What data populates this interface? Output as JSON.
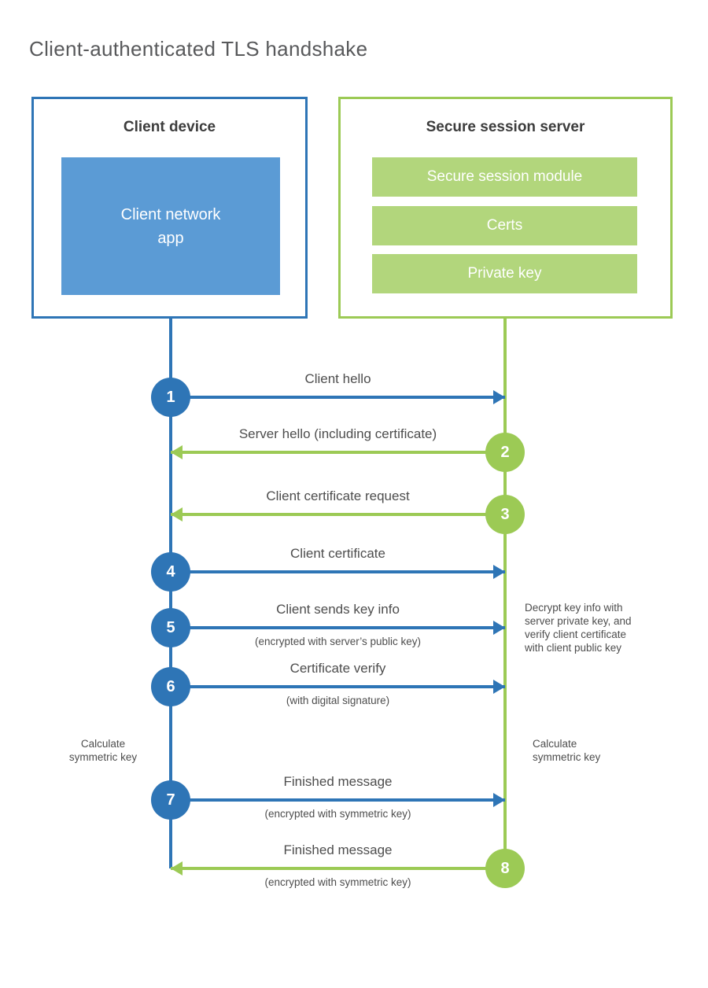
{
  "title": "Client-authenticated TLS handshake",
  "client_box": {
    "heading": "Client device",
    "app_label": "Client network\napp"
  },
  "server_box": {
    "heading": "Secure session server",
    "modules": [
      "Secure session module",
      "Certs",
      "Private key"
    ]
  },
  "messages": [
    {
      "num": "1",
      "from": "client",
      "to": "server",
      "label": "Client hello"
    },
    {
      "num": "2",
      "from": "server",
      "to": "client",
      "label": "Server hello (including certificate)"
    },
    {
      "num": "3",
      "from": "server",
      "to": "client",
      "label": "Client certificate request"
    },
    {
      "num": "4",
      "from": "client",
      "to": "server",
      "label": "Client certificate"
    },
    {
      "num": "5",
      "from": "client",
      "to": "server",
      "label": "Client sends key info",
      "sublabel": "(encrypted with server’s public key)"
    },
    {
      "num": "6",
      "from": "client",
      "to": "server",
      "label": "Certificate verify",
      "sublabel": "(with digital signature)"
    },
    {
      "num": "7",
      "from": "client",
      "to": "server",
      "label": "Finished message",
      "sublabel": "(encrypted with symmetric key)"
    },
    {
      "num": "8",
      "from": "server",
      "to": "client",
      "label": "Finished message",
      "sublabel": "(encrypted with symmetric key)"
    }
  ],
  "annotations": {
    "decrypt_note": "Decrypt key info with\nserver private key, and\nverify client certificate\nwith client public key",
    "calculate_left": "Calculate\nsymmetric key",
    "calculate_right": "Calculate\nsymmetric key"
  },
  "colors": {
    "client_blue": "#2e75b6",
    "client_fill_blue": "#5b9bd5",
    "server_green": "#9cca55",
    "server_fill_green": "#b2d67c",
    "text_gray": "#4d4d4d",
    "title_gray": "#58595b"
  }
}
